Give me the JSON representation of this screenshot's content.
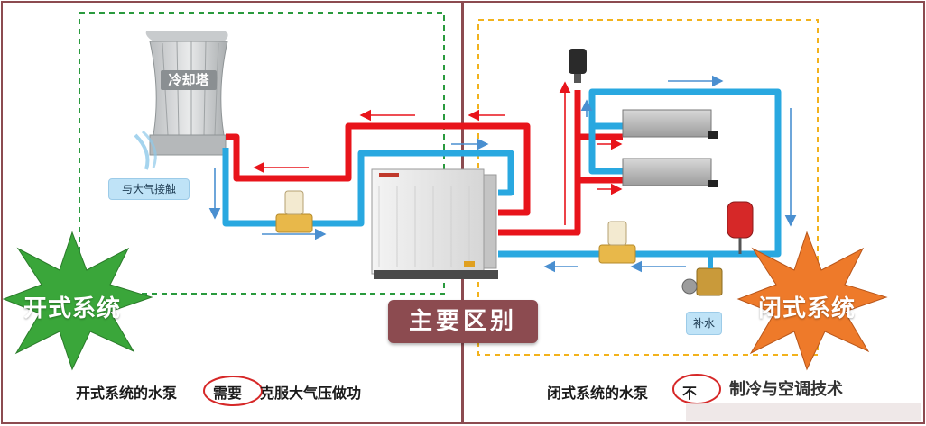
{
  "left_panel": {
    "tower_label": "冷却塔",
    "air_contact_label": "与大气接触",
    "system_label": "开式系统",
    "caption_a": "开式系统的水泵",
    "caption_b": "需要",
    "caption_c": "克服大气压做功"
  },
  "right_panel": {
    "system_label": "闭式系统",
    "makeup_water_label": "补水",
    "caption_a": "闭式系统的水泵",
    "caption_b": "不"
  },
  "center_label": "主要区别",
  "watermark": "制冷与空调技术",
  "colors": {
    "hot_pipe": "#e8141b",
    "cold_pipe": "#29a8e0",
    "open_burst": "#3aa63a",
    "closed_burst": "#ee7a2a",
    "center_badge": "#8c4b50",
    "panel_border": "#8c4b50",
    "left_dash": "#2a9a3e",
    "right_dash": "#f2b21c"
  }
}
